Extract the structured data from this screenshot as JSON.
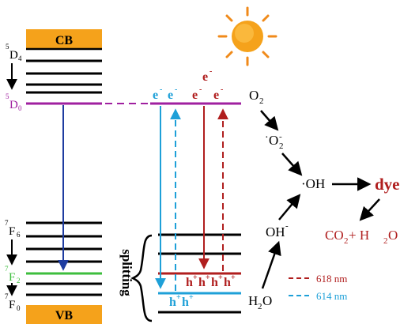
{
  "colors": {
    "band_orange": "#F5A21B",
    "black": "#000000",
    "purple": "#A020A0",
    "green": "#3DBE3D",
    "blue_cyan": "#1EA0D8",
    "red": "#B01E1E",
    "navy": "#1E3CA0",
    "sun": "#F08A1A"
  },
  "bands": {
    "cb_label": "CB",
    "vb_label": "VB"
  },
  "levels": {
    "d4_main": "5",
    "d4_sub": "D",
    "d4_idx": "4",
    "d0_main": "5",
    "d0_sub": "D",
    "d0_idx": "0",
    "f6_main": "7",
    "f6_sub": "F",
    "f6_idx": "6",
    "f2_main": "7",
    "f2_sub": "F",
    "f2_idx": "2",
    "f0_main": "7",
    "f0_sub": "F",
    "f0_idx": "0"
  },
  "splitting_label": "splitting",
  "carriers": {
    "electron": "e",
    "hole": "h",
    "minus": "-",
    "plus": "+"
  },
  "chemistry": {
    "o2": "O",
    "o2_sub": "2",
    "superoxide_dot": "·",
    "superoxide_o": "O",
    "superoxide_sub": "2",
    "superoxide_sup": "-",
    "hydroxyl_radical": "·OH",
    "dye": "dye",
    "products": "CO",
    "products_sub": "2",
    "products_rest": " + H",
    "products_sub2": "2",
    "products_o": "O",
    "hydroxide": "OH",
    "hydroxide_sup": "-",
    "water": "H",
    "water_sub": "2",
    "water_o": "O"
  },
  "legend": {
    "red_label": "618 nm",
    "blue_label": "614 nm"
  }
}
